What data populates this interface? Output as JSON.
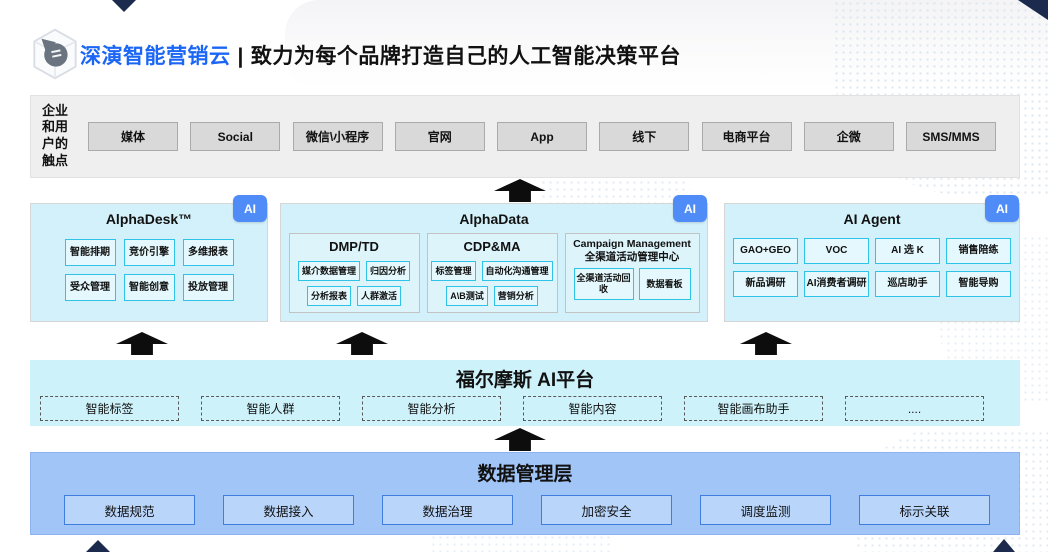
{
  "header": {
    "brand": "深演智能营销云",
    "separator": "|",
    "tagline": "致力为每个品牌打造自己的人工智能决策平台"
  },
  "touchpoints": {
    "label": "企业\n和用\n户的\n触点",
    "items": [
      "媒体",
      "Social",
      "微信\\小程序",
      "官网",
      "App",
      "线下",
      "电商平台",
      "企微",
      "SMS/MMS"
    ]
  },
  "platforms": {
    "alphadesk": {
      "title": "AlphaDesk™",
      "badge": "AI",
      "items": [
        "智能排期",
        "竞价引擎",
        "多维报表",
        "受众管理",
        "智能创意",
        "投放管理"
      ]
    },
    "alphadata": {
      "title": "AlphaData",
      "badge": "AI",
      "subpanels": {
        "dmp": {
          "title": "DMP/TD",
          "items": [
            "媒介数据管理",
            "归因分析",
            "分析报表",
            "人群激活"
          ]
        },
        "cdp": {
          "title": "CDP&MA",
          "items": [
            "标签管理",
            "自动化沟通管理",
            "A\\B测试",
            "营销分析"
          ]
        },
        "campaign": {
          "title": "Campaign Management",
          "subtitle": "全渠道活动管理中心",
          "items": [
            "全渠道活动回收",
            "数据看板"
          ]
        }
      }
    },
    "ai_agent": {
      "title": "AI Agent",
      "badge": "AI",
      "items": [
        "GAO+GEO",
        "VOC",
        "AI 选 K",
        "销售陪练",
        "新品调研",
        "AI消费者调研",
        "巡店助手",
        "智能导购"
      ]
    }
  },
  "holmes": {
    "title": "福尔摩斯 AI平台",
    "items": [
      "智能标签",
      "智能人群",
      "智能分析",
      "智能内容",
      "智能画布助手",
      "...."
    ]
  },
  "data_layer": {
    "title": "数据管理层",
    "items": [
      "数据规范",
      "数据接入",
      "数据治理",
      "加密安全",
      "调度监测",
      "标示关联"
    ]
  },
  "colors": {
    "brand_blue": "#1b66f5",
    "badge_blue": "#4f8cf7",
    "panel_cyan_bg": "#d3f1fa",
    "box_cyan_bg": "#e4f8fd",
    "box_cyan_border": "#2fc3e8",
    "holmes_cyan_bg": "#cdf2fa",
    "data_band_blue": "#a2c5f8",
    "data_box_bg": "#b9d5fa",
    "data_box_border": "#3f7de0",
    "touch_band_gray": "#efefef",
    "touch_box_gray": "#d9d9d9",
    "arrow_black": "#0d0d0d",
    "corner_navy": "#1c2b4d"
  }
}
